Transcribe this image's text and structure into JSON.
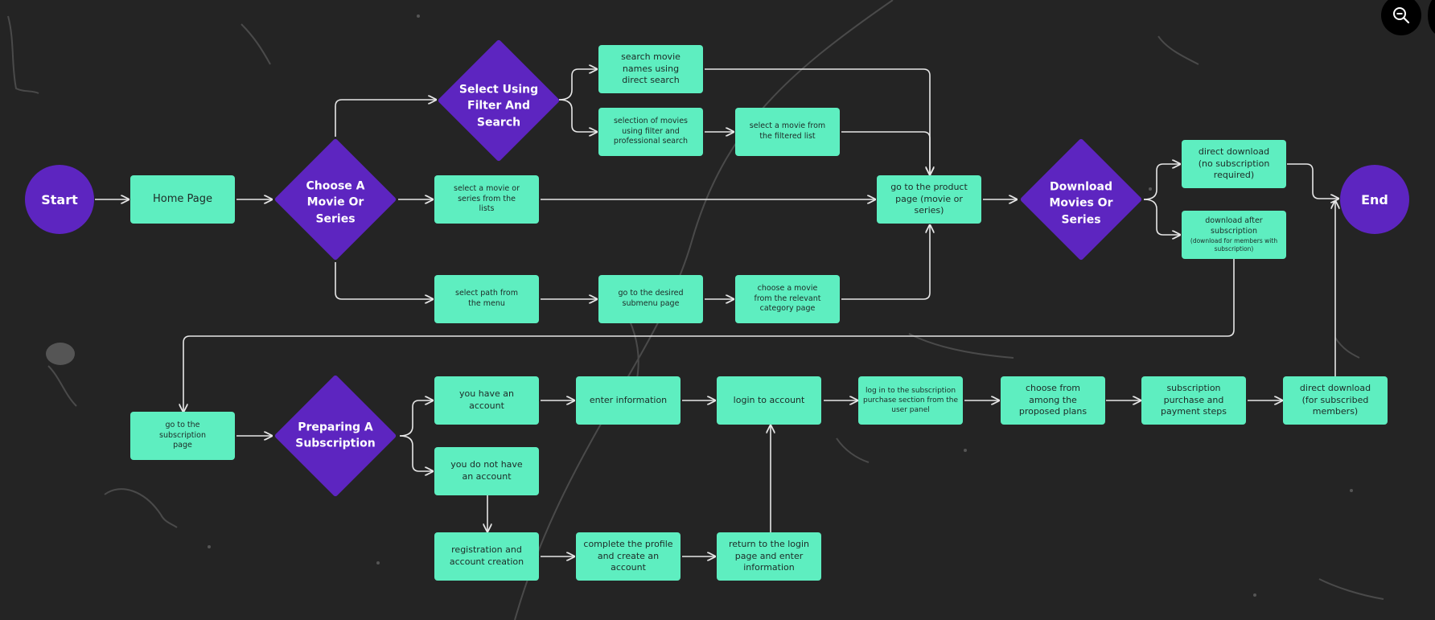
{
  "nodes": {
    "start": "Start",
    "end": "End",
    "home_page": "Home Page",
    "choose_movie": "Choose A\nMovie Or\nSeries",
    "select_filter_search": "Select Using\nFilter And\nSearch",
    "download_movies": "Download\nMovies Or\nSeries",
    "preparing_subscription": "Preparing A\nSubscription",
    "search_movie_names": "search movie\nnames using\ndirect search",
    "selection_filter": "selection of movies\nusing filter and\nprofessional search",
    "select_from_filtered": "select a movie from\nthe filtered list",
    "select_from_lists": "select a movie or\nseries from the\nlists",
    "product_page": "go to the product\npage (movie or\nseries)",
    "direct_download_free": "direct download\n(no subscription\nrequired)",
    "download_after_sub_title": "download after\nsubscription",
    "download_after_sub_note": "(download for members with\nsubscription)",
    "select_path_menu": "select path from\nthe menu",
    "desired_submenu": "go to the desired\nsubmenu page",
    "choose_category": "choose a movie\nfrom the relevant\ncategory page",
    "subscription_page": "go to the\nsubscription\npage",
    "have_account": "you have an\naccount",
    "enter_information": "enter information",
    "login_account": "login to account",
    "login_subscription_section": "log in to the subscription\npurchase section from the\nuser panel",
    "choose_plans": "choose from\namong the\nproposed plans",
    "purchase_steps": "subscription\npurchase and\npayment steps",
    "direct_download_subscribed": "direct download\n(for subscribed\nmembers)",
    "no_account": "you do not have\nan account",
    "registration": "registration and\naccount creation",
    "complete_profile": "complete the profile\nand create an\naccount",
    "return_login": "return to the login\npage and enter\ninformation"
  },
  "colors": {
    "background": "#242424",
    "process": "#5eeec0",
    "decision": "#5d25c0",
    "connector": "#e6e6e6"
  },
  "icons": {
    "zoom_out": "zoom-out-icon"
  }
}
